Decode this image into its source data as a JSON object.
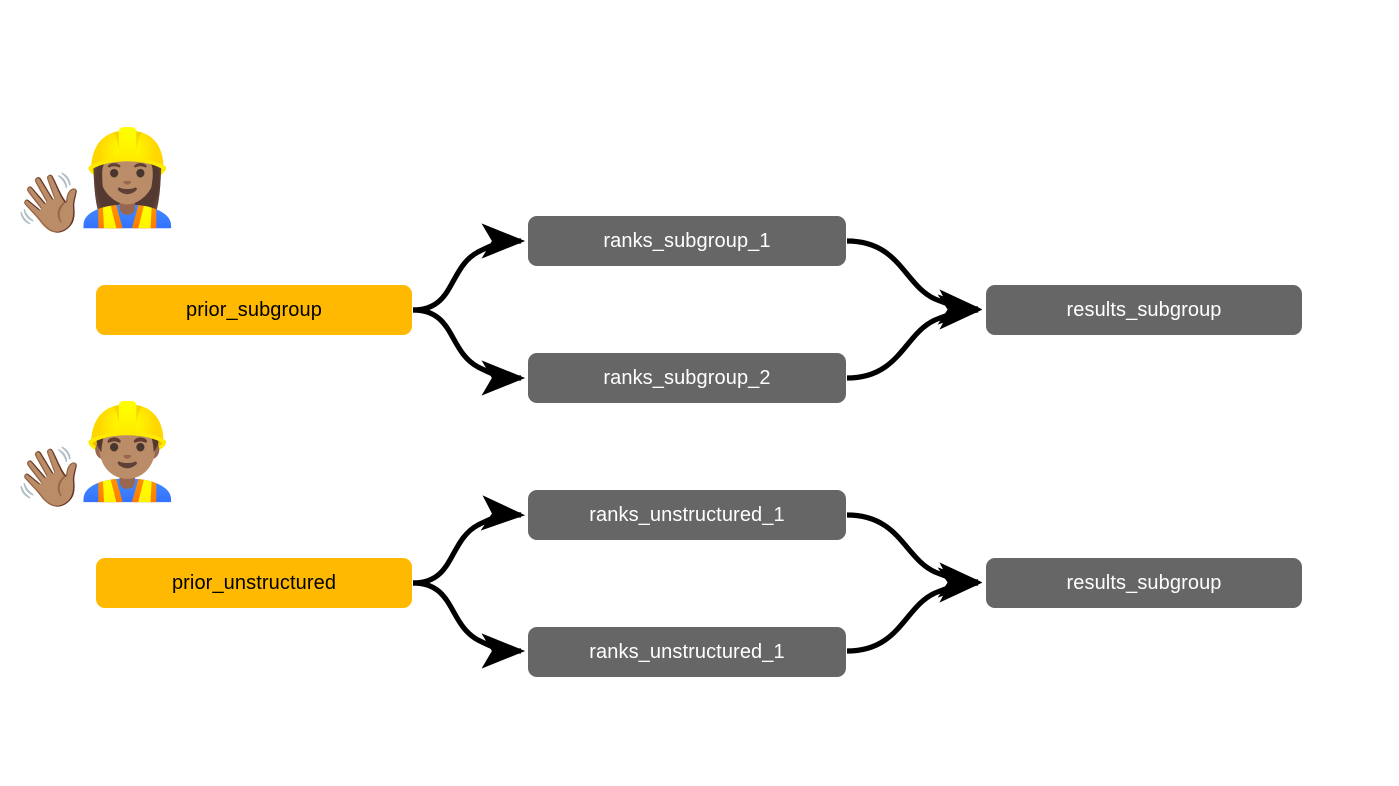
{
  "diagram": {
    "type": "flowchart",
    "direction": "left-to-right",
    "background_color": "#ffffff",
    "edge_color": "#000000",
    "groups": [
      {
        "id": "subgroup-flow",
        "actor": {
          "name": "woman-construction-worker-waving",
          "worker_glyph": "👷🏽‍♀️",
          "wave_glyph": "👋🏽"
        },
        "prior": {
          "id": "prior_subgroup",
          "label": "prior_subgroup",
          "color": "#ffb901",
          "text_color": "#000000"
        },
        "steps": [
          {
            "id": "ranks_subgroup_1",
            "label": "ranks_subgroup_1",
            "color": "#666666",
            "text_color": "#ffffff"
          },
          {
            "id": "ranks_subgroup_2",
            "label": "ranks_subgroup_2",
            "color": "#666666",
            "text_color": "#ffffff"
          }
        ],
        "result": {
          "id": "results_subgroup_top",
          "label": "results_subgroup",
          "color": "#666666",
          "text_color": "#ffffff"
        }
      },
      {
        "id": "unstructured-flow",
        "actor": {
          "name": "man-construction-worker-waving",
          "worker_glyph": "👷🏽‍♂️",
          "wave_glyph": "👋🏽"
        },
        "prior": {
          "id": "prior_unstructured",
          "label": "prior_unstructured",
          "color": "#ffb901",
          "text_color": "#000000"
        },
        "steps": [
          {
            "id": "ranks_unstructured_1a",
            "label": "ranks_unstructured_1",
            "color": "#666666",
            "text_color": "#ffffff"
          },
          {
            "id": "ranks_unstructured_1b",
            "label": "ranks_unstructured_1",
            "color": "#666666",
            "text_color": "#ffffff"
          }
        ],
        "result": {
          "id": "results_subgroup_bottom",
          "label": "results_subgroup",
          "color": "#666666",
          "text_color": "#ffffff"
        }
      }
    ],
    "edges": [
      {
        "from": "prior_subgroup",
        "to": "ranks_subgroup_1"
      },
      {
        "from": "prior_subgroup",
        "to": "ranks_subgroup_2"
      },
      {
        "from": "ranks_subgroup_1",
        "to": "results_subgroup_top"
      },
      {
        "from": "ranks_subgroup_2",
        "to": "results_subgroup_top"
      },
      {
        "from": "prior_unstructured",
        "to": "ranks_unstructured_1a"
      },
      {
        "from": "prior_unstructured",
        "to": "ranks_unstructured_1b"
      },
      {
        "from": "ranks_unstructured_1a",
        "to": "results_subgroup_bottom"
      },
      {
        "from": "ranks_unstructured_1b",
        "to": "results_subgroup_bottom"
      }
    ]
  }
}
